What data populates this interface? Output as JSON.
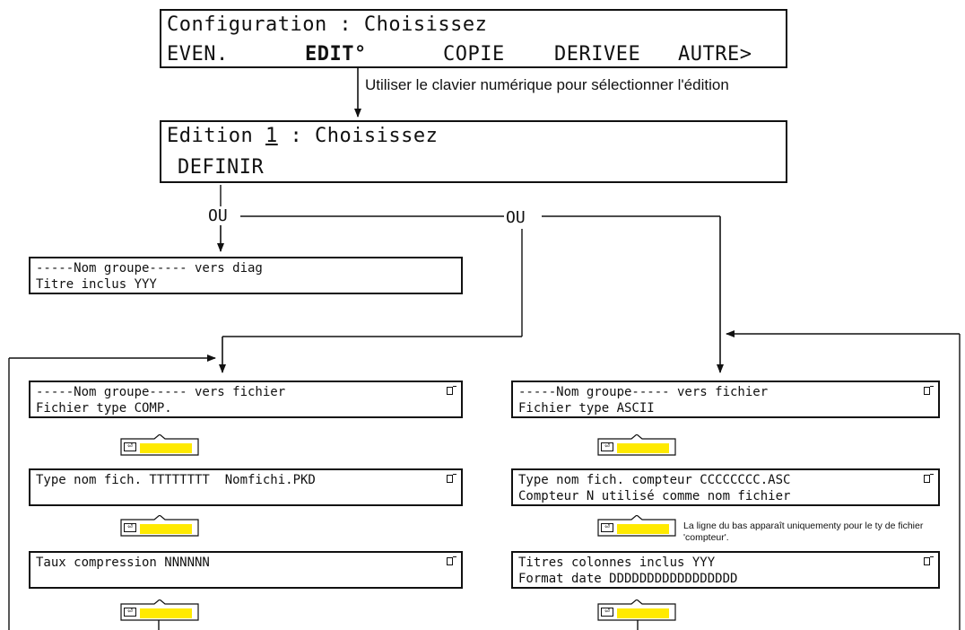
{
  "config_box": {
    "line1": "Configuration : Choisissez",
    "softkeys": [
      "EVEN.",
      "EDIT°",
      "COPIE",
      "DERIVEE",
      "AUTRE>"
    ]
  },
  "note_numeric_keypad": "Utiliser le clavier numérique pour sélectionner l'édition",
  "edition_box": {
    "line1_prefix": "Edition ",
    "line1_number": "1",
    "line1_suffix": " : Choisissez",
    "line2": "DEFINIR"
  },
  "or_labels": [
    "OU",
    "OU"
  ],
  "diag_box": {
    "line1": "-----Nom groupe----- vers diag",
    "line2": "Titre inclus YYY"
  },
  "comp_column": {
    "box1": {
      "line1": "-----Nom groupe----- vers fichier",
      "line2": "Fichier type COMP."
    },
    "box2": {
      "line1": "Type nom fich. TTTTTTTT  Nomfichi.PKD",
      "line2": ""
    },
    "box3": {
      "line1": "Taux compression NNNNNN",
      "line2": ""
    }
  },
  "ascii_column": {
    "box1": {
      "line1": "-----Nom groupe----- vers fichier",
      "line2": "Fichier type ASCII"
    },
    "box2": {
      "line1": "Type nom fich. compteur CCCCCCCC.ASC",
      "line2": "Compteur N utilisé comme nom fichier"
    },
    "box3": {
      "line1": "Titres colonnes inclus YYY",
      "line2": "Format date DDDDDDDDDDDDDDDDD"
    }
  },
  "footnote_counter": "La ligne du bas apparaît uniquementy pour le ty de fichier 'compteur'.",
  "colors": {
    "key_highlight": "#ffea00",
    "line": "#111111"
  },
  "icons": [
    "file-icon",
    "keyboard-enter-key-icon",
    "arrow-down-icon",
    "arrow-right-icon",
    "arrow-left-icon"
  ]
}
